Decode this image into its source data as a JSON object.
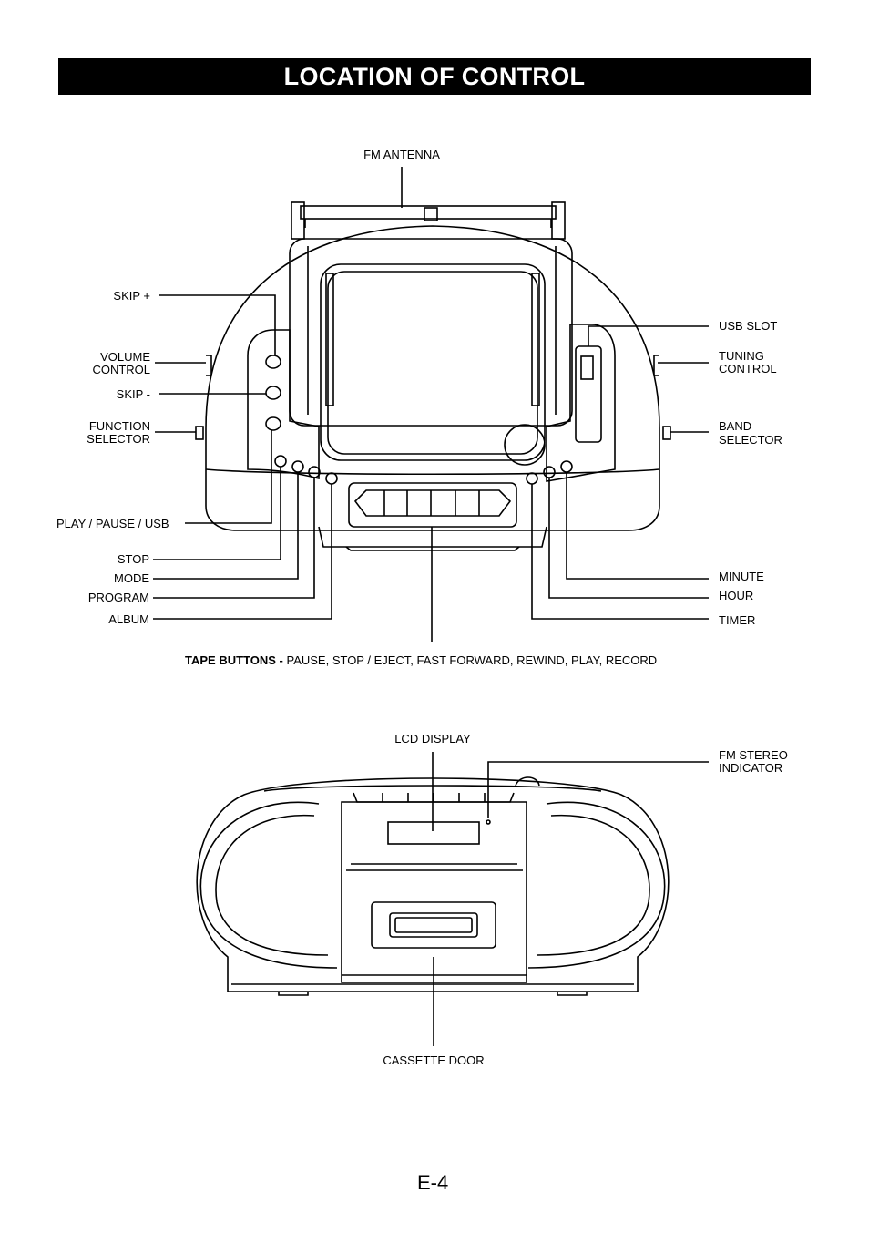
{
  "page": {
    "title": "LOCATION OF CONTROL",
    "page_number": "E-4"
  },
  "top_view": {
    "labels": {
      "fm_antenna": "FM ANTENNA",
      "skip_plus": "SKIP +",
      "volume_control_l1": "VOLUME",
      "volume_control_l2": "CONTROL",
      "skip_minus": "SKIP -",
      "function_selector_l1": "FUNCTION",
      "function_selector_l2": "SELECTOR",
      "play_pause_usb": "PLAY / PAUSE / USB",
      "stop": "STOP",
      "mode": "MODE",
      "program": "PROGRAM",
      "album": "ALBUM",
      "usb_slot": "USB SLOT",
      "tuning_control_l1": "TUNING",
      "tuning_control_l2": "CONTROL",
      "band_selector_l1": "BAND",
      "band_selector_l2": "SELECTOR",
      "minute": "MINUTE",
      "hour": "HOUR",
      "timer": "TIMER"
    },
    "tape_buttons": {
      "heading": "TAPE BUTTONS -",
      "list": "PAUSE, STOP / EJECT, FAST FORWARD, REWIND, PLAY, RECORD"
    }
  },
  "front_view": {
    "labels": {
      "lcd_display": "LCD DISPLAY",
      "fm_stereo_l1": "FM STEREO",
      "fm_stereo_l2": "INDICATOR",
      "cassette_door": "CASSETTE DOOR"
    }
  }
}
